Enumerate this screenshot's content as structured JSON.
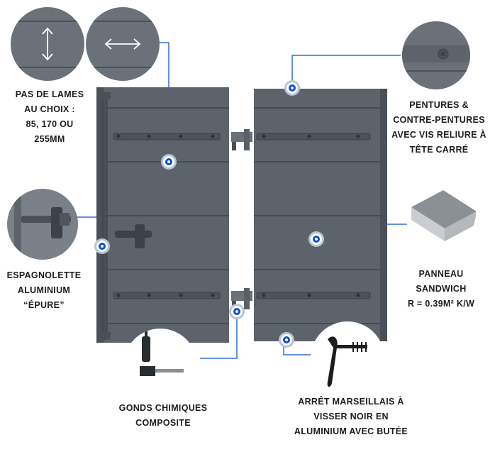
{
  "labels": {
    "lames": [
      "PAS DE LAMES",
      "AU CHOIX :",
      "85, 170 OU",
      "255MM"
    ],
    "pentures": [
      "PENTURES &",
      "CONTRE-PENTURES",
      "AVEC VIS RELIURE À",
      "TÊTE CARRÉ"
    ],
    "espagnolette": [
      "ESPAGNOLETTE",
      "ALUMINIUM",
      "“ÉPURE”"
    ],
    "panneau": [
      "PANNEAU",
      "SANDWICH",
      "R = 0.39M² K/W"
    ],
    "gonds": [
      "GONDS CHIMIQUES",
      "COMPOSITE"
    ],
    "arret": [
      "ARRÊT MARSEILLAIS À",
      "VISSER NOIR EN",
      "ALUMINIUM AVEC BUTÉE"
    ]
  },
  "colors": {
    "shutter": "#5c636b",
    "shutter_dark": "#454b52",
    "accent": "#0a4fd6",
    "line": "#2f6fe0",
    "text": "#1d1d1f"
  }
}
